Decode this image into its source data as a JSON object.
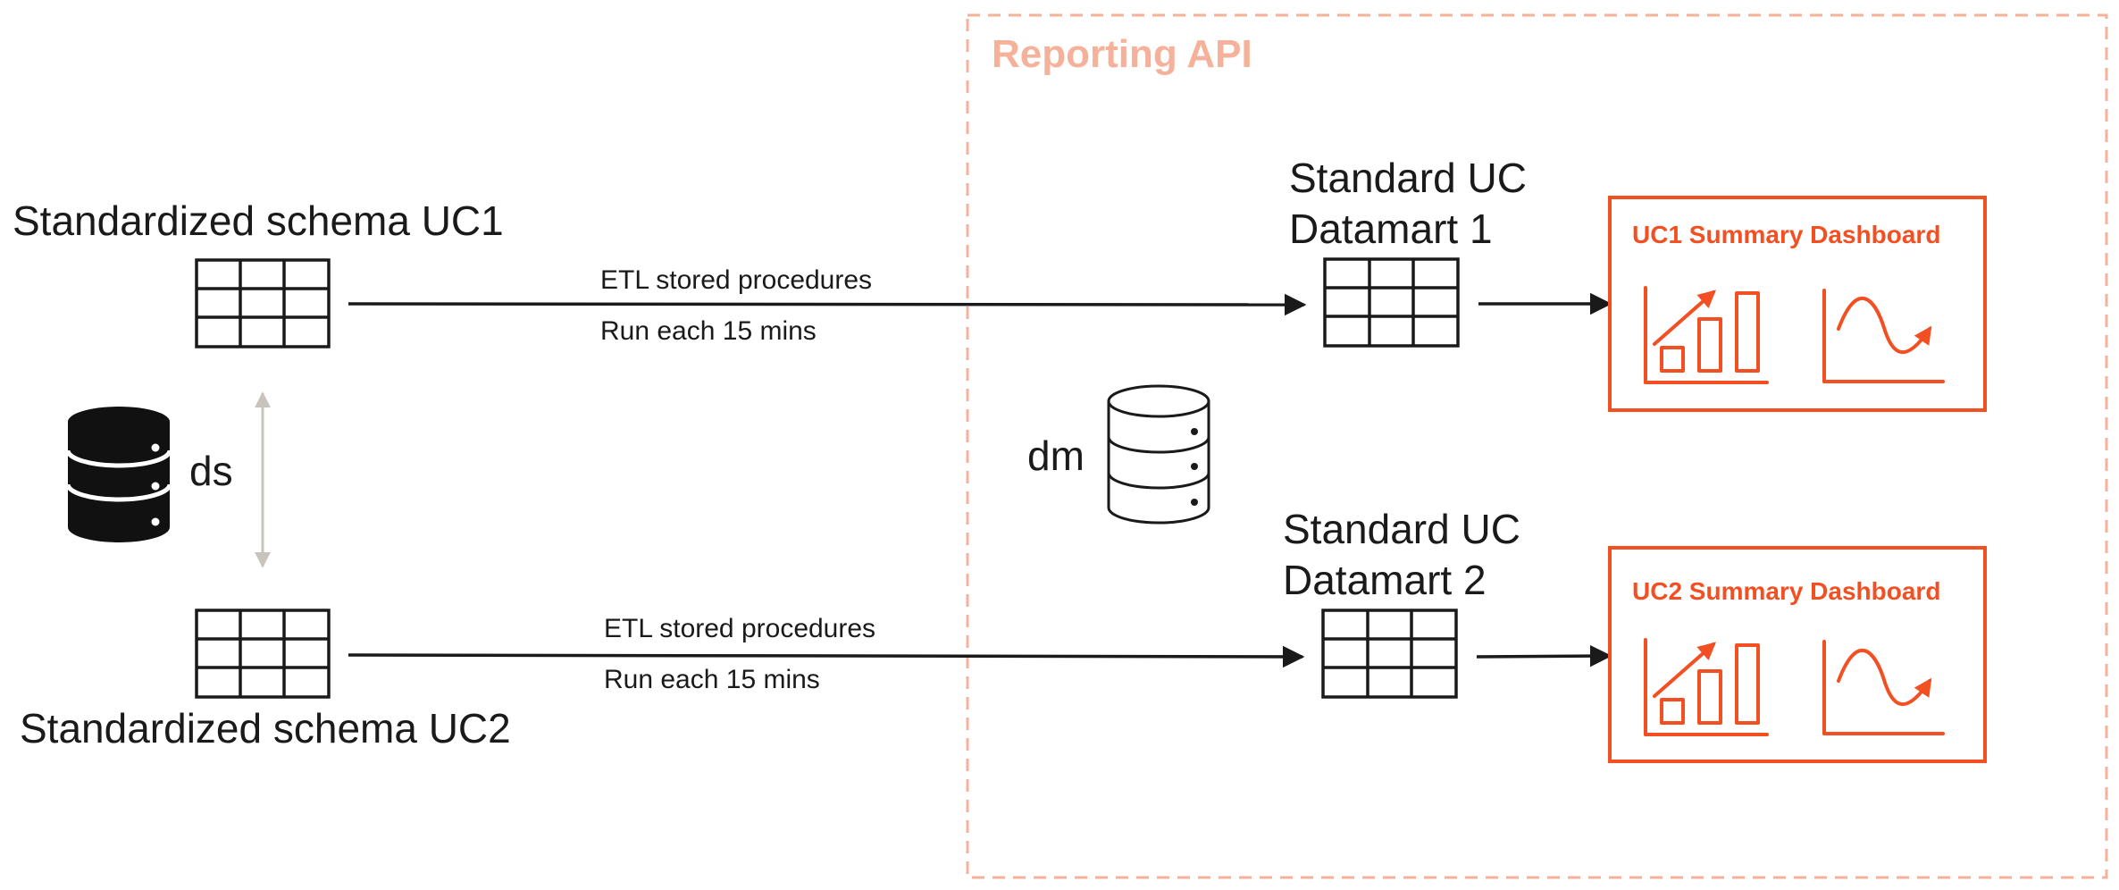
{
  "colors": {
    "group_border": "#f6b19b",
    "accent": "#f25022",
    "line": "#1a1a1a",
    "bidir_arrow": "#c8c3bd"
  },
  "group": {
    "title": "Reporting API"
  },
  "sources": {
    "uc1_label": "Standardized schema UC1",
    "uc2_label": "Standardized schema UC2",
    "db_label": "ds"
  },
  "etl": [
    {
      "line1": "ETL stored procedures",
      "line2": "Run each 15 mins"
    },
    {
      "line1": "ETL stored procedures",
      "line2": "Run each 15 mins"
    }
  ],
  "datamarts": [
    {
      "line1": "Standard UC",
      "line2": "Datamart 1"
    },
    {
      "line1": "Standard UC",
      "line2": "Datamart 2"
    }
  ],
  "dm_db_label": "dm",
  "dashboards": [
    {
      "title": "UC1 Summary Dashboard",
      "icons": [
        "bar-chart-trend-icon",
        "line-chart-icon"
      ]
    },
    {
      "title": "UC2 Summary Dashboard",
      "icons": [
        "bar-chart-trend-icon",
        "line-chart-icon"
      ]
    }
  ]
}
